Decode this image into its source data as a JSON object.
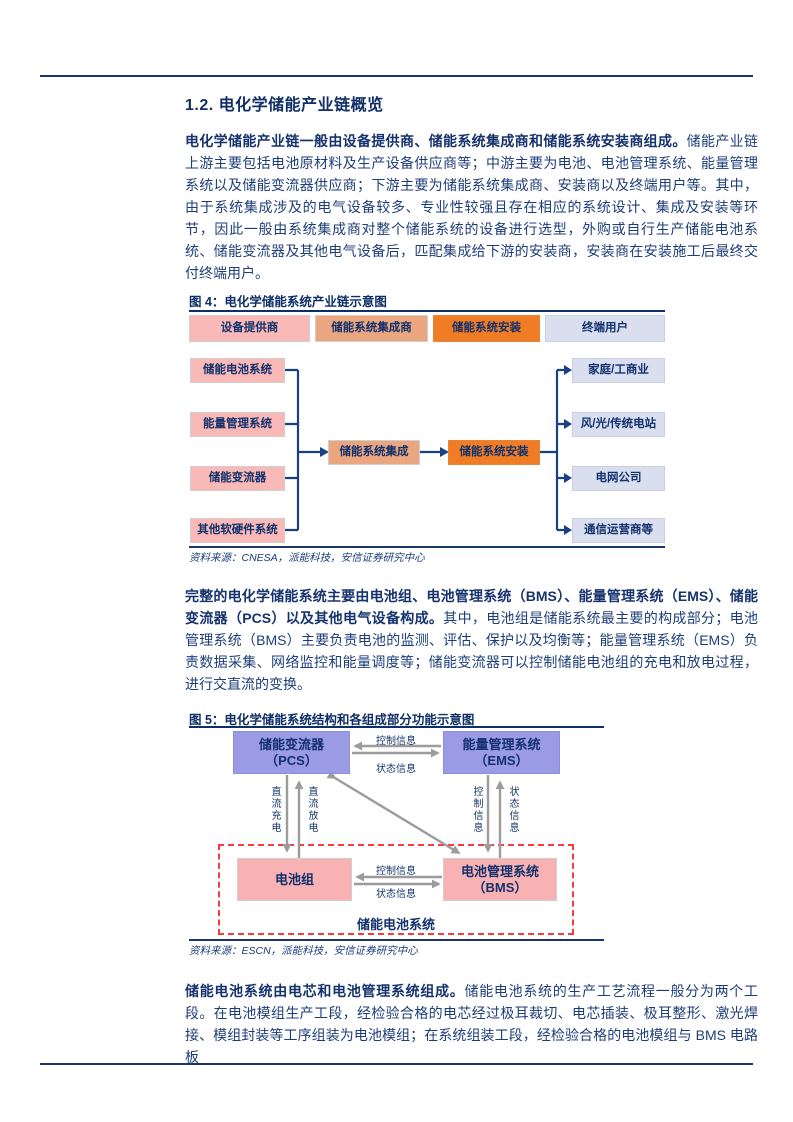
{
  "page": {
    "heading": "1.2. 电化学储能产业链概览",
    "para1_bold": "电化学储能产业链一般由设备提供商、储能系统集成商和储能系统安装商组成。",
    "para1_rest": "储能产业链上游主要包括电池原材料及生产设备供应商等；中游主要为电池、电池管理系统、能量管理系统以及储能变流器供应商；下游主要为储能系统集成商、安装商以及终端用户等。其中，由于系统集成涉及的电气设备较多、专业性较强且存在相应的系统设计、集成及安装等环节，因此一般由系统集成商对整个储能系统的设备进行选型，外购或自行生产储能电池系统、储能变流器及其他电气设备后，匹配集成给下游的安装商，安装商在安装施工后最终交付终端用户。",
    "para2_bold": "完整的电化学储能系统主要由电池组、电池管理系统（BMS）、能量管理系统（EMS）、储能变流器（PCS）以及其他电气设备构成。",
    "para2_rest": "其中，电池组是储能系统最主要的构成部分；电池管理系统（BMS）主要负责电池的监测、评估、保护以及均衡等；能量管理系统（EMS）负责数据采集、网络监控和能量调度等；储能变流器可以控制储能电池组的充电和放电过程，进行交直流的变换。",
    "para3_bold": "储能电池系统由电芯和电池管理系统组成。",
    "para3_rest": "储能电池系统的生产工艺流程一般分为两个工段。在电池模组生产工段，经检验合格的电芯经过极耳裁切、电芯插装、极耳整形、激光焊接、模组封装等工序组装为电池模组；在系统组装工段，经检验合格的电池模组与 BMS 电路板"
  },
  "fig4": {
    "title": "图 4：电化学储能系统产业链示意图",
    "header_boxes": [
      "设备提供商",
      "储能系统集成商",
      "储能系统安装",
      "终端用户"
    ],
    "left_boxes": [
      "储能电池系统",
      "能量管理系统",
      "储能变流器",
      "其他软硬件系统"
    ],
    "mid_boxes": [
      "储能系统集成",
      "储能系统安装"
    ],
    "right_boxes": [
      "家庭/工商业",
      "风/光/传统电站",
      "电网公司",
      "通信运营商等"
    ],
    "source": "资料来源：CNESA，派能科技，安信证券研究中心"
  },
  "fig5": {
    "title": "图 5：电化学储能系统结构和各组成部分功能示意图",
    "pcs_line1": "储能变流器",
    "pcs_line2": "（PCS）",
    "ems_line1": "能量管理系统",
    "ems_line2": "（EMS）",
    "battery_pack": "电池组",
    "bms_line1": "电池管理系统",
    "bms_line2": "（BMS）",
    "battery_system_label": "储能电池系统",
    "label_control": "控制信息",
    "label_status": "状态信息",
    "label_dc_charge": "直流充电",
    "label_dc_discharge": "直流放电",
    "source": "资料来源：ESCN，派能科技，安信证券研究中心"
  },
  "colors": {
    "navy_text": "#12316d",
    "body_text": "#1d3d7a",
    "rule_navy": "#1a3668",
    "pink": "#f9b9b6",
    "salmon": "#e9a67f",
    "orange": "#f07d26",
    "light_blue": "#dadff0",
    "purple": "#9b9be5",
    "red_dashed": "#fa3b3b",
    "grey_arrow": "#9c9c9c",
    "connector_navy": "#1b4080"
  }
}
